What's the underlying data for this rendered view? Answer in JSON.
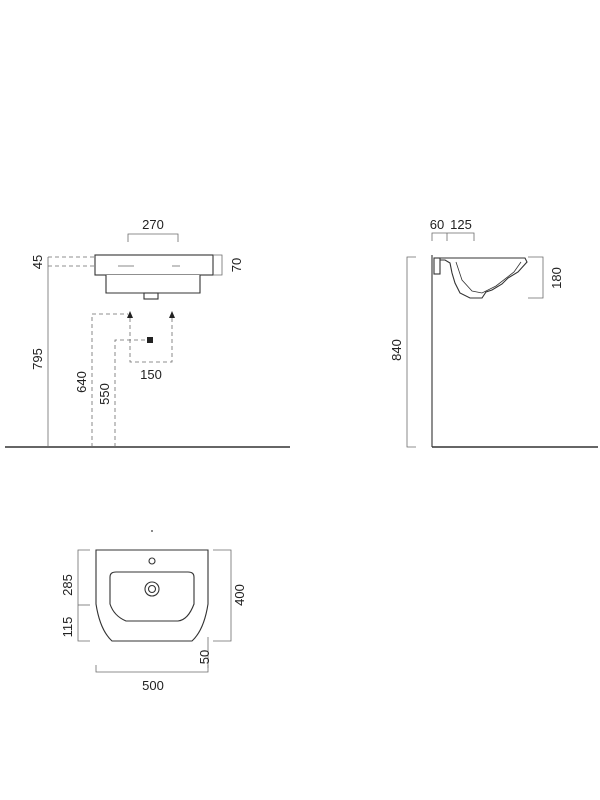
{
  "front_view": {
    "dims": {
      "basin_width": "270",
      "rim_height": "45",
      "basin_depth": "70",
      "total_height": "795",
      "waste_height": "640",
      "supply_height": "550",
      "supply_spacing": "150"
    }
  },
  "side_view": {
    "dims": {
      "wall_offset": "60",
      "rim_offset": "125",
      "bowl_height": "180",
      "total_height": "840"
    }
  },
  "top_view": {
    "dims": {
      "depth_rear": "285",
      "depth_front": "115",
      "total_depth": "400",
      "front_offset": "50",
      "width": "500"
    }
  },
  "colors": {
    "line": "#333333",
    "dim_line": "#6b6b6b",
    "text": "#222222"
  }
}
